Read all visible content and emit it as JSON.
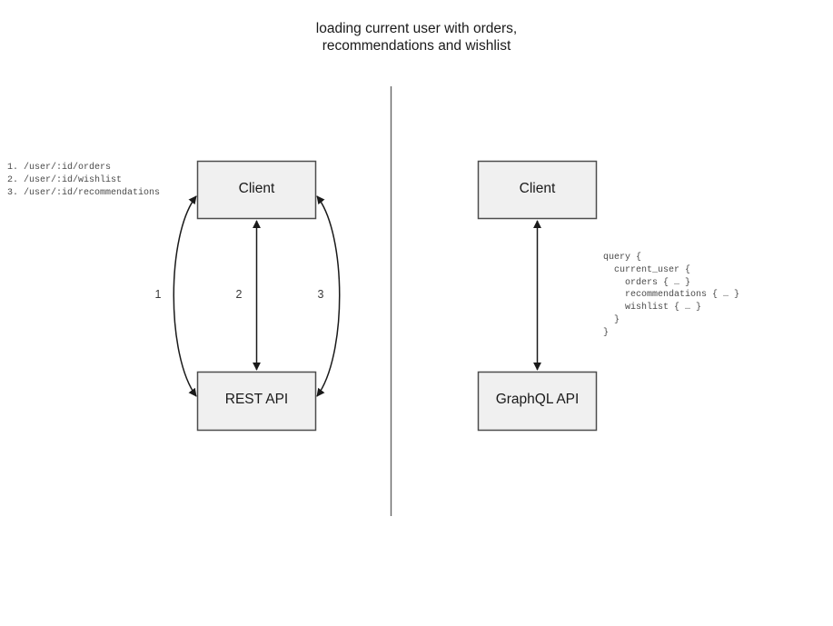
{
  "title": "loading current user with orders,\nrecommendations and wishlist",
  "colors": {
    "node_fill": "#f0f0f0",
    "node_stroke": "#4d4d4d",
    "edge_stroke": "#1a1a1a",
    "divider_stroke": "#666666",
    "text": "#1a1a1a",
    "mono_text": "#4a4a4a",
    "number_text": "#3a3a3a",
    "background": "#ffffff"
  },
  "left_panel": {
    "name": "rest-approach",
    "nodes": {
      "client": "Client",
      "api": "REST API"
    },
    "edge_numbers": [
      "1",
      "2",
      "3"
    ],
    "endpoints_text": "1. /user/:id/orders\n2. /user/:id/wishlist\n3. /user/:id/recommendations",
    "endpoints": [
      {
        "index": "1.",
        "path": "/user/:id/orders"
      },
      {
        "index": "2.",
        "path": "/user/:id/wishlist"
      },
      {
        "index": "3.",
        "path": "/user/:id/recommendations"
      }
    ]
  },
  "right_panel": {
    "name": "graphql-approach",
    "nodes": {
      "client": "Client",
      "api": "GraphQL API"
    },
    "query_text": "query {\n  current_user {\n    orders { … }\n    recommendations { … }\n    wishlist { … }\n  }\n}",
    "query_lines": [
      "query {",
      "  current_user {",
      "    orders { … }",
      "    recommendations { … }",
      "    wishlist { … }",
      "  }",
      "}"
    ]
  },
  "divider": {
    "name": "panel-divider",
    "orientation": "vertical"
  }
}
